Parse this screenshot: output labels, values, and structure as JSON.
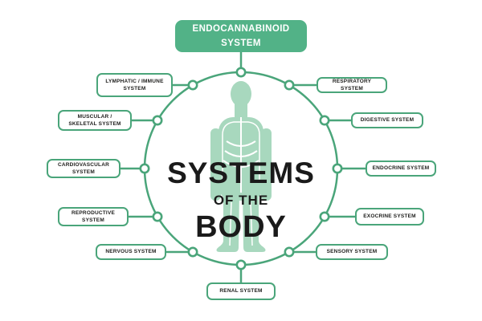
{
  "diagram": {
    "root": {
      "label": "ENDOCANNABINOID SYSTEM"
    },
    "center_title": {
      "line1": "SYSTEMS",
      "line2": "OF THE",
      "line3": "BODY"
    },
    "systems": {
      "lymphatic_immune": "LYMPHATIC / IMMUNE SYSTEM",
      "muscular_skeletal": "MUSCULAR / SKELETAL SYSTEM",
      "cardiovascular": "CARDIOVASCULAR SYSTEM",
      "reproductive": "REPRODUCTIVE SYSTEM",
      "nervous": "NERVOUS SYSTEM",
      "renal": "RENAL SYSTEM",
      "respiratory": "RESPIRATORY SYSTEM",
      "digestive": "DIGESTIVE SYSTEM",
      "endocrine": "ENDOCRINE SYSTEM",
      "exocrine": "EXOCRINE SYSTEM",
      "sensory": "SENSORY SYSTEM"
    },
    "colors": {
      "accent_green": "#4aa57a",
      "root_box_fill": "#52b287",
      "body_figure_fill": "#a8d8be",
      "label_text": "#1d1d1b",
      "title_text": "#1a1a1a",
      "box_background": "#ffffff"
    }
  }
}
